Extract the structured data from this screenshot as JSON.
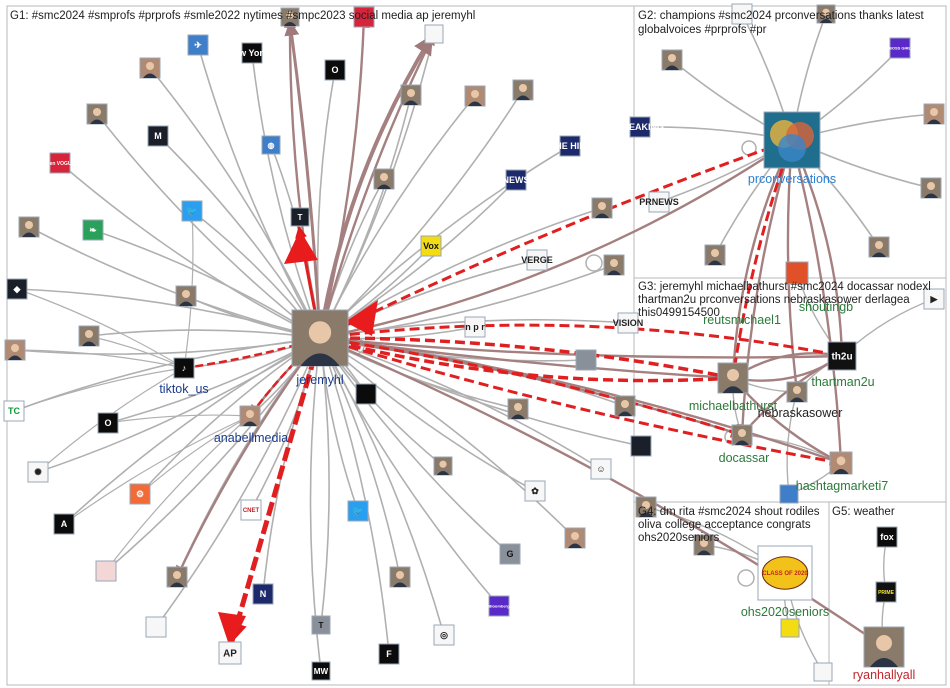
{
  "groups": [
    {
      "id": "G1",
      "lines": [
        "G1: #smc2024 #smprofs #prprofs #smle2022 nytimes #smpc2023 social media ap jeremyhl"
      ]
    },
    {
      "id": "G2",
      "lines": [
        "G2: champions #smc2024 prconversations thanks latest",
        "globalvoices #prprofs #pr"
      ]
    },
    {
      "id": "G3",
      "lines": [
        "G3: jeremyhl michaelbathurst #smc2024 docassar nodexl",
        "thartman2u prconversations nebraskasower derlagea",
        "this0499154500"
      ]
    },
    {
      "id": "G4",
      "lines": [
        "G4: dm rita #smc2024 shout rodiles",
        "oliva college acceptance congrats",
        "ohs2020seniors"
      ]
    },
    {
      "id": "G5",
      "lines": [
        "G5: weather"
      ]
    }
  ],
  "labeled_nodes": [
    {
      "id": "jeremyhl",
      "label": "jeremyhl",
      "color": "#1a3a8c",
      "icon": "man-portrait-photo"
    },
    {
      "id": "tiktok_us",
      "label": "tiktok_us",
      "color": "#1a3a8c",
      "icon": "tiktok-logo"
    },
    {
      "id": "anabellmedia",
      "label": "anabellmedia",
      "color": "#1a3a8c",
      "icon": "woman-portrait-photo"
    },
    {
      "id": "prconversations",
      "label": "prconversations",
      "color": "#2a7fd4",
      "icon": "prconversations-logo"
    },
    {
      "id": "michaelbathurst",
      "label": "michaelbathurst",
      "color": "#2a7a3a",
      "icon": "man-portrait-photo"
    },
    {
      "id": "thartman2u",
      "label": "thartman2u",
      "color": "#2a7a3a",
      "icon": "th2u-logo"
    },
    {
      "id": "nebraskasower",
      "label": "nebraskasower",
      "color": "#222222",
      "icon": "man-portrait-photo"
    },
    {
      "id": "docassar",
      "label": "docassar",
      "color": "#2a7a3a",
      "icon": "man-portrait-photo"
    },
    {
      "id": "hashtagmarketi7",
      "label": "hashtagmarketi7",
      "color": "#2a7a3a",
      "icon": "woman-portrait-photo"
    },
    {
      "id": "reutsmichael1",
      "label": "reutsmichael1",
      "color": "#2a7a3a",
      "icon": "none"
    },
    {
      "id": "shoutingb",
      "label": "shoutingb",
      "color": "#2a7a3a",
      "icon": "avatar-photo"
    },
    {
      "id": "ohs2020seniors",
      "label": "ohs2020seniors",
      "color": "#2a7a3a",
      "icon": "class-of-2020-logo"
    },
    {
      "id": "ryanhallyall",
      "label": "ryanhallyall",
      "color": "#c0262e",
      "icon": "man-portrait-photo"
    }
  ],
  "logo_texts": {
    "ap": "AP",
    "nyt": "T",
    "cnet": "CNET",
    "the_hill": "THE HILL",
    "fortune": "F",
    "vox": "Vox",
    "tech_crunch": "TC",
    "gizmodo": "G",
    "teen_vogue": "teen VOGUE",
    "new_yorker": "New Yorker",
    "th2u": "th2u",
    "prime": "PRIME",
    "class_of_2020": "CLASS OF 2020",
    "nebraska": "N",
    "atlantic": "A",
    "news": "NEWS",
    "verge": "VERGE",
    "bloomberg": "Bloomberg",
    "vision": "VISION",
    "prnews": "PRNEWS",
    "npr": "n p r",
    "mw": "MW",
    "boss": "BOSS GIRL",
    "breaking": "BREAKING"
  },
  "colors": {
    "edge_gray": "#b0b0b0",
    "edge_dark": "#a58080",
    "edge_red": "#e02020",
    "box": "#b8b8b8"
  }
}
